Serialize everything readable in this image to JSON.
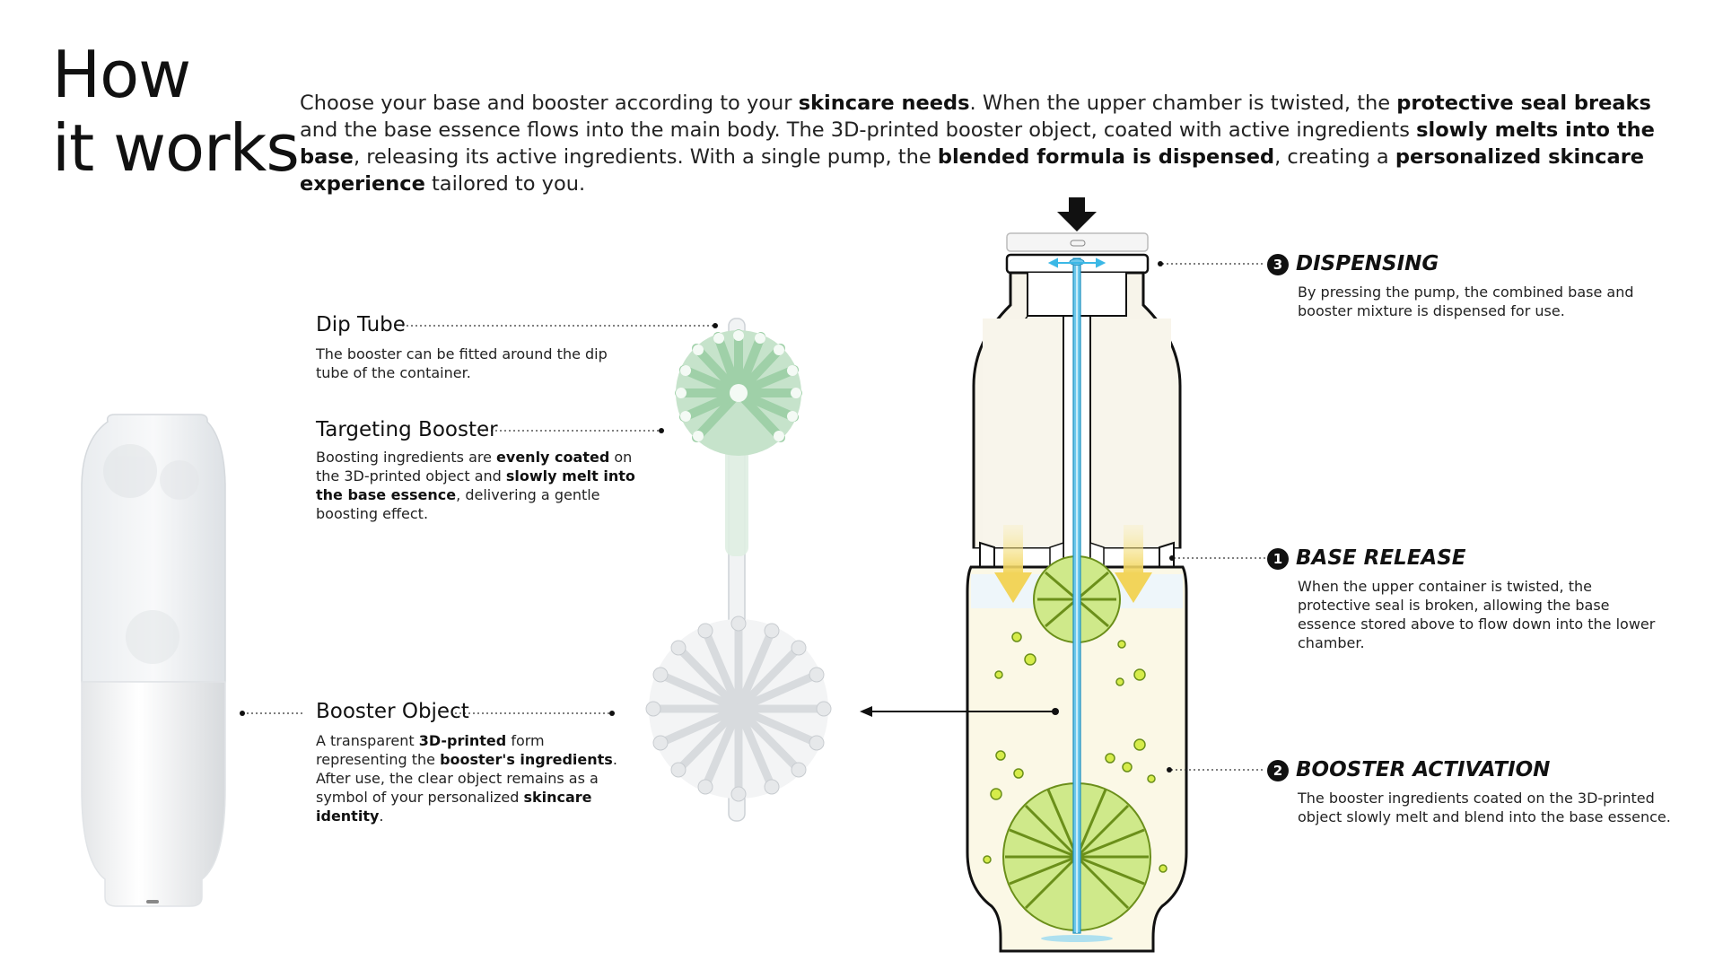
{
  "title": {
    "line1": "How",
    "line2": "it works"
  },
  "intro": {
    "p1": "Choose your base and booster according to your ",
    "b1": "skincare needs",
    "p2": ". When the upper chamber is twisted, the ",
    "b2": "protective seal breaks",
    "p3": " and the base essence flows into the main body. The 3D-printed booster object, coated with active ingredients ",
    "b3": "slowly melts into the base",
    "p4": ", releasing its active ingredients. With a single pump, the ",
    "b4": "blended formula is dispensed",
    "p5": ", creating a ",
    "b5": "personalized skincare experience",
    "p6": " tailored to you."
  },
  "callouts": {
    "dip_tube": {
      "label": "Dip Tube",
      "desc": "The booster can be fitted around the dip tube of the container."
    },
    "targeting": {
      "label": "Targeting Booster",
      "d1": "Boosting ingredients are ",
      "b1": "evenly coated",
      "d2": " on the 3D-printed object and ",
      "b2": "slowly melt into the base essence",
      "d3": ", delivering a gentle boosting effect."
    },
    "booster_object": {
      "label": "Booster Object",
      "d1": "A transparent ",
      "b1": "3D-printed",
      "d2": " form representing the ",
      "b2": "booster's ingredients",
      "d3": ". After use, the clear object remains as a symbol of your personalized ",
      "b3": "skincare identity",
      "d4": "."
    }
  },
  "steps": [
    {
      "num": "3",
      "title": "DISPENSING",
      "desc": "By pressing the pump, the combined base and booster mixture is dispensed for use."
    },
    {
      "num": "1",
      "title": "BASE RELEASE",
      "desc": "When the upper container is twisted, the protective seal is broken, allowing the base essence stored above to flow down into the lower chamber."
    },
    {
      "num": "2",
      "title": "BOOSTER ACTIVATION",
      "desc": "The booster ingredients coated on the 3D-printed object slowly melt and blend into the base essence."
    }
  ],
  "colors": {
    "green": "#9ACD32",
    "mint": "#A8D8B0",
    "blue": "#3BB8E6",
    "yellow": "#F5E27A"
  }
}
